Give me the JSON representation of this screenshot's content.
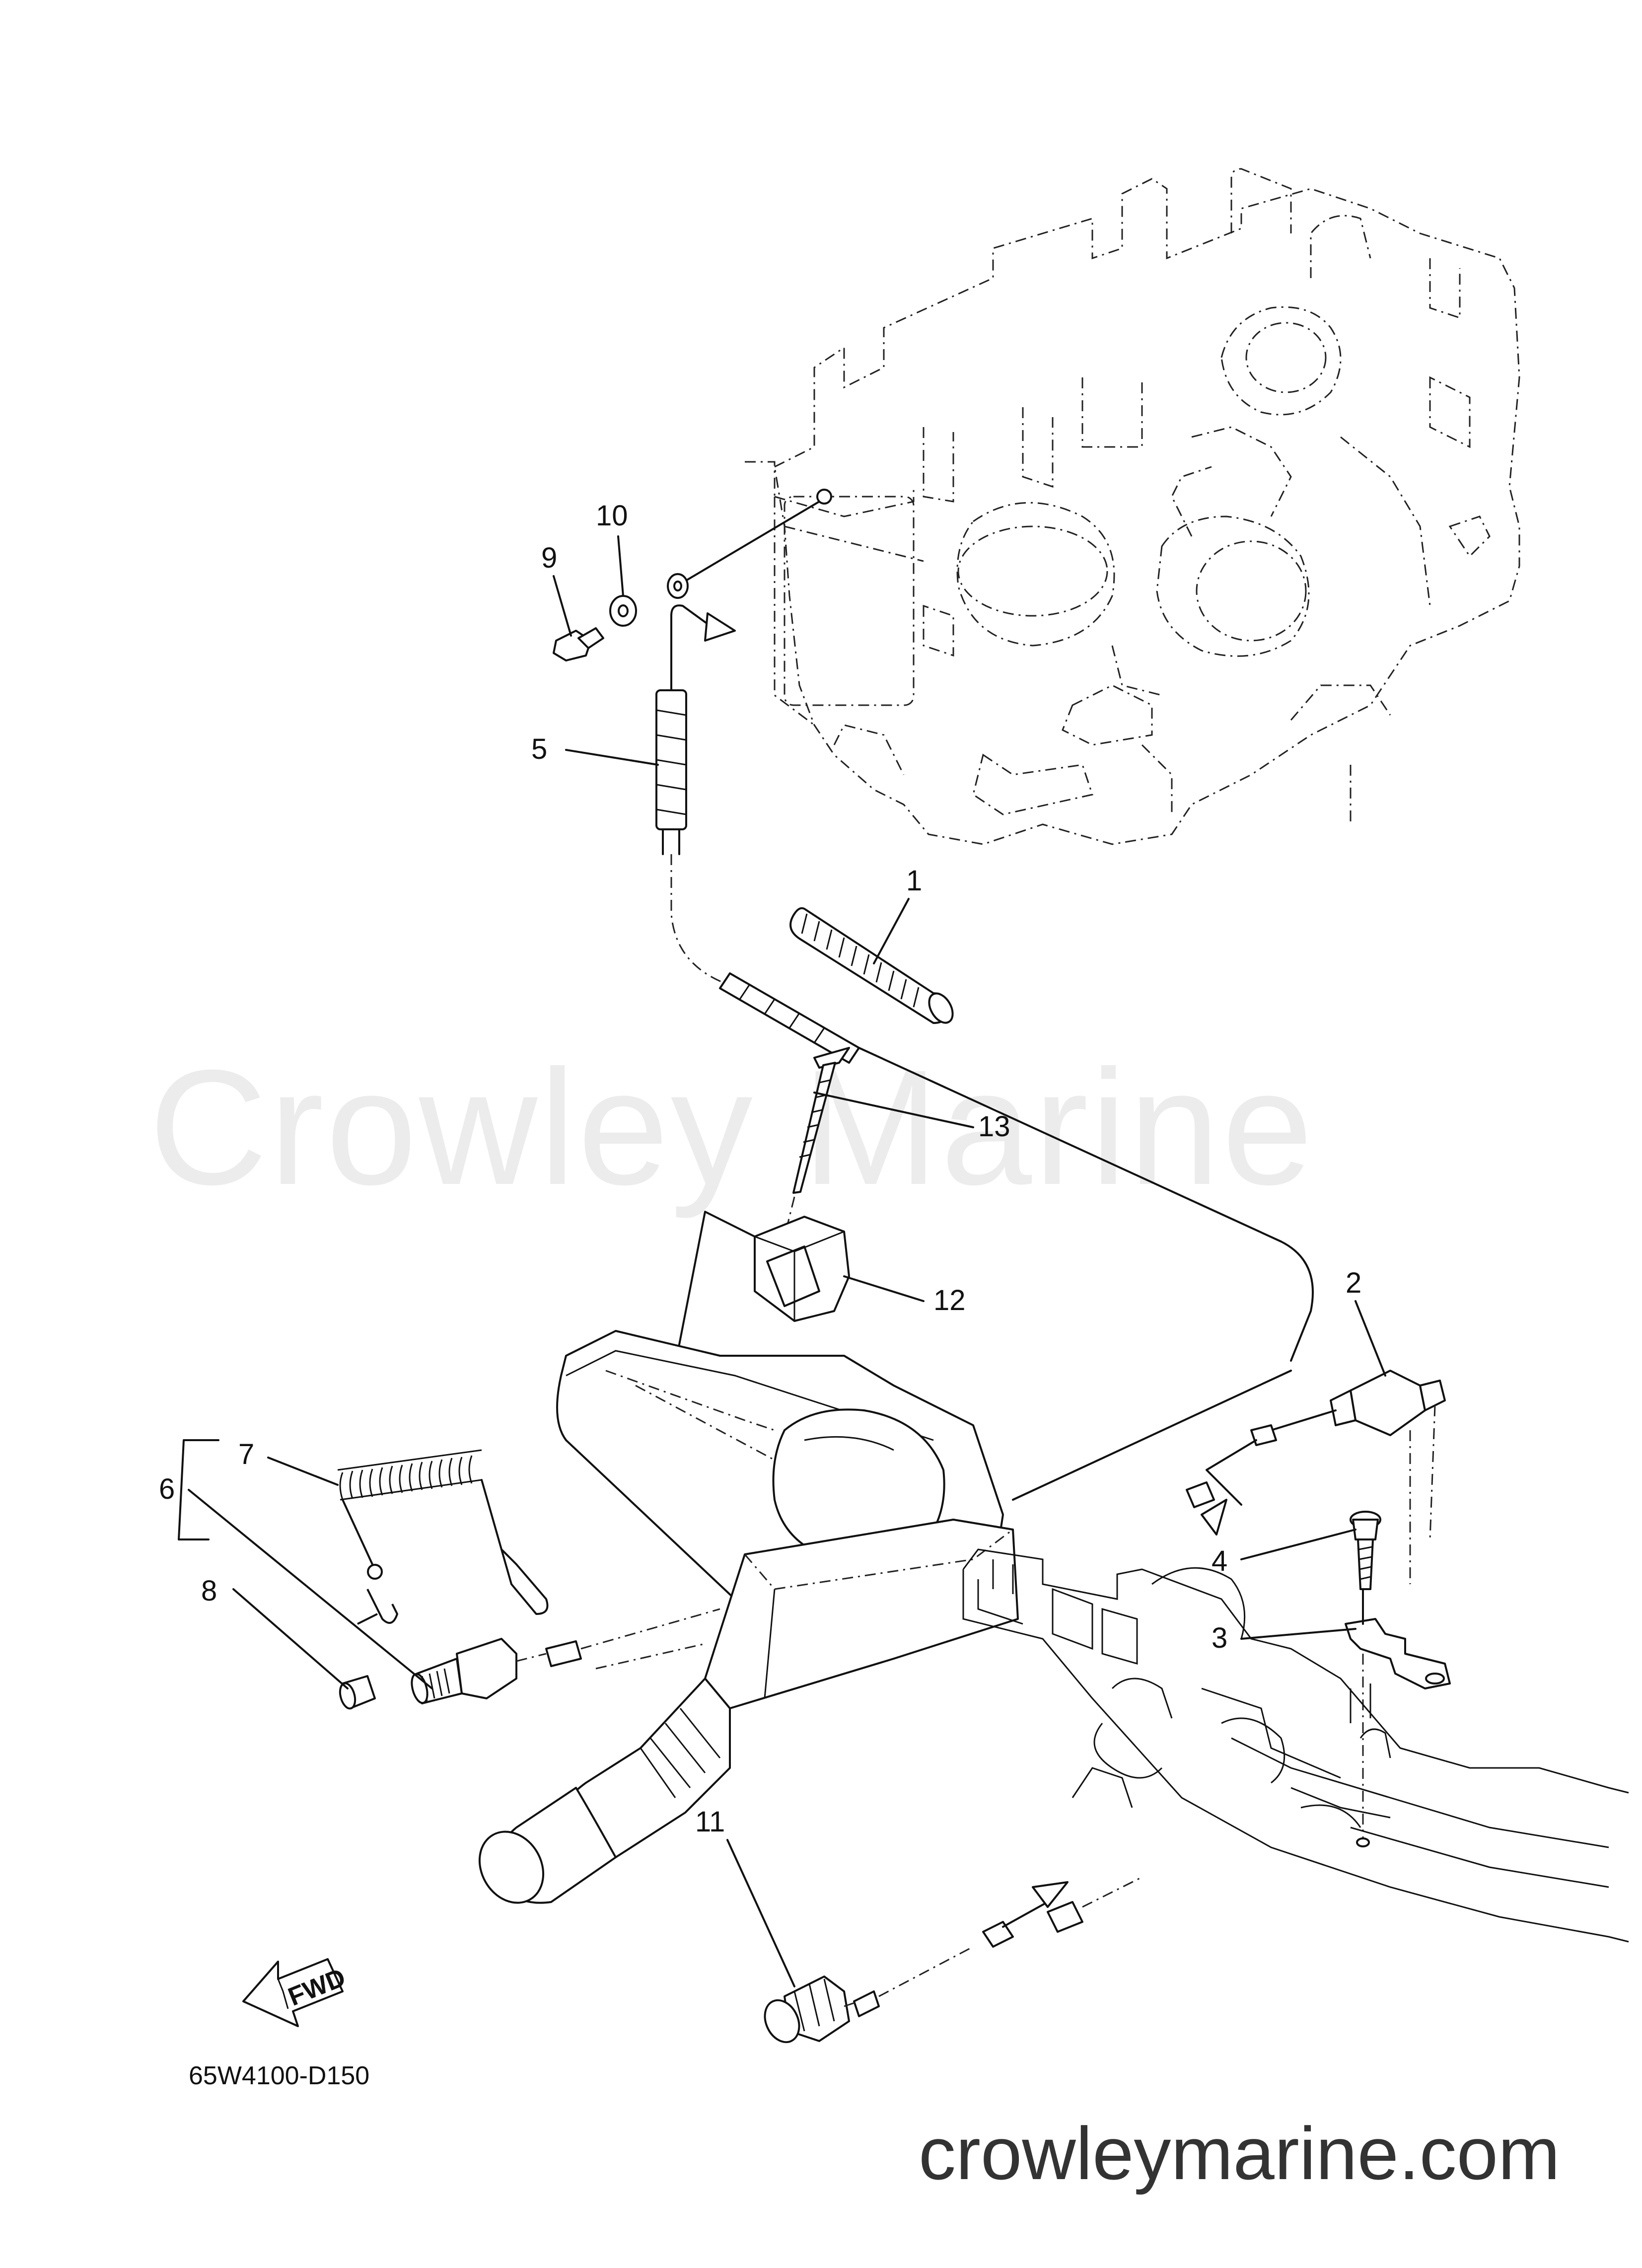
{
  "watermark": "Crowley Marine",
  "website": "crowleymarine.com",
  "diagram_code": "65W4100-D150",
  "fwd_label": "FWD",
  "callouts": [
    {
      "id": "1",
      "text": "1"
    },
    {
      "id": "2",
      "text": "2"
    },
    {
      "id": "3",
      "text": "3"
    },
    {
      "id": "4",
      "text": "4"
    },
    {
      "id": "5",
      "text": "5"
    },
    {
      "id": "6",
      "text": "6"
    },
    {
      "id": "7",
      "text": "7"
    },
    {
      "id": "8",
      "text": "8"
    },
    {
      "id": "9",
      "text": "9"
    },
    {
      "id": "10",
      "text": "10"
    },
    {
      "id": "11",
      "text": "11"
    },
    {
      "id": "12",
      "text": "12"
    },
    {
      "id": "13",
      "text": "13"
    }
  ]
}
